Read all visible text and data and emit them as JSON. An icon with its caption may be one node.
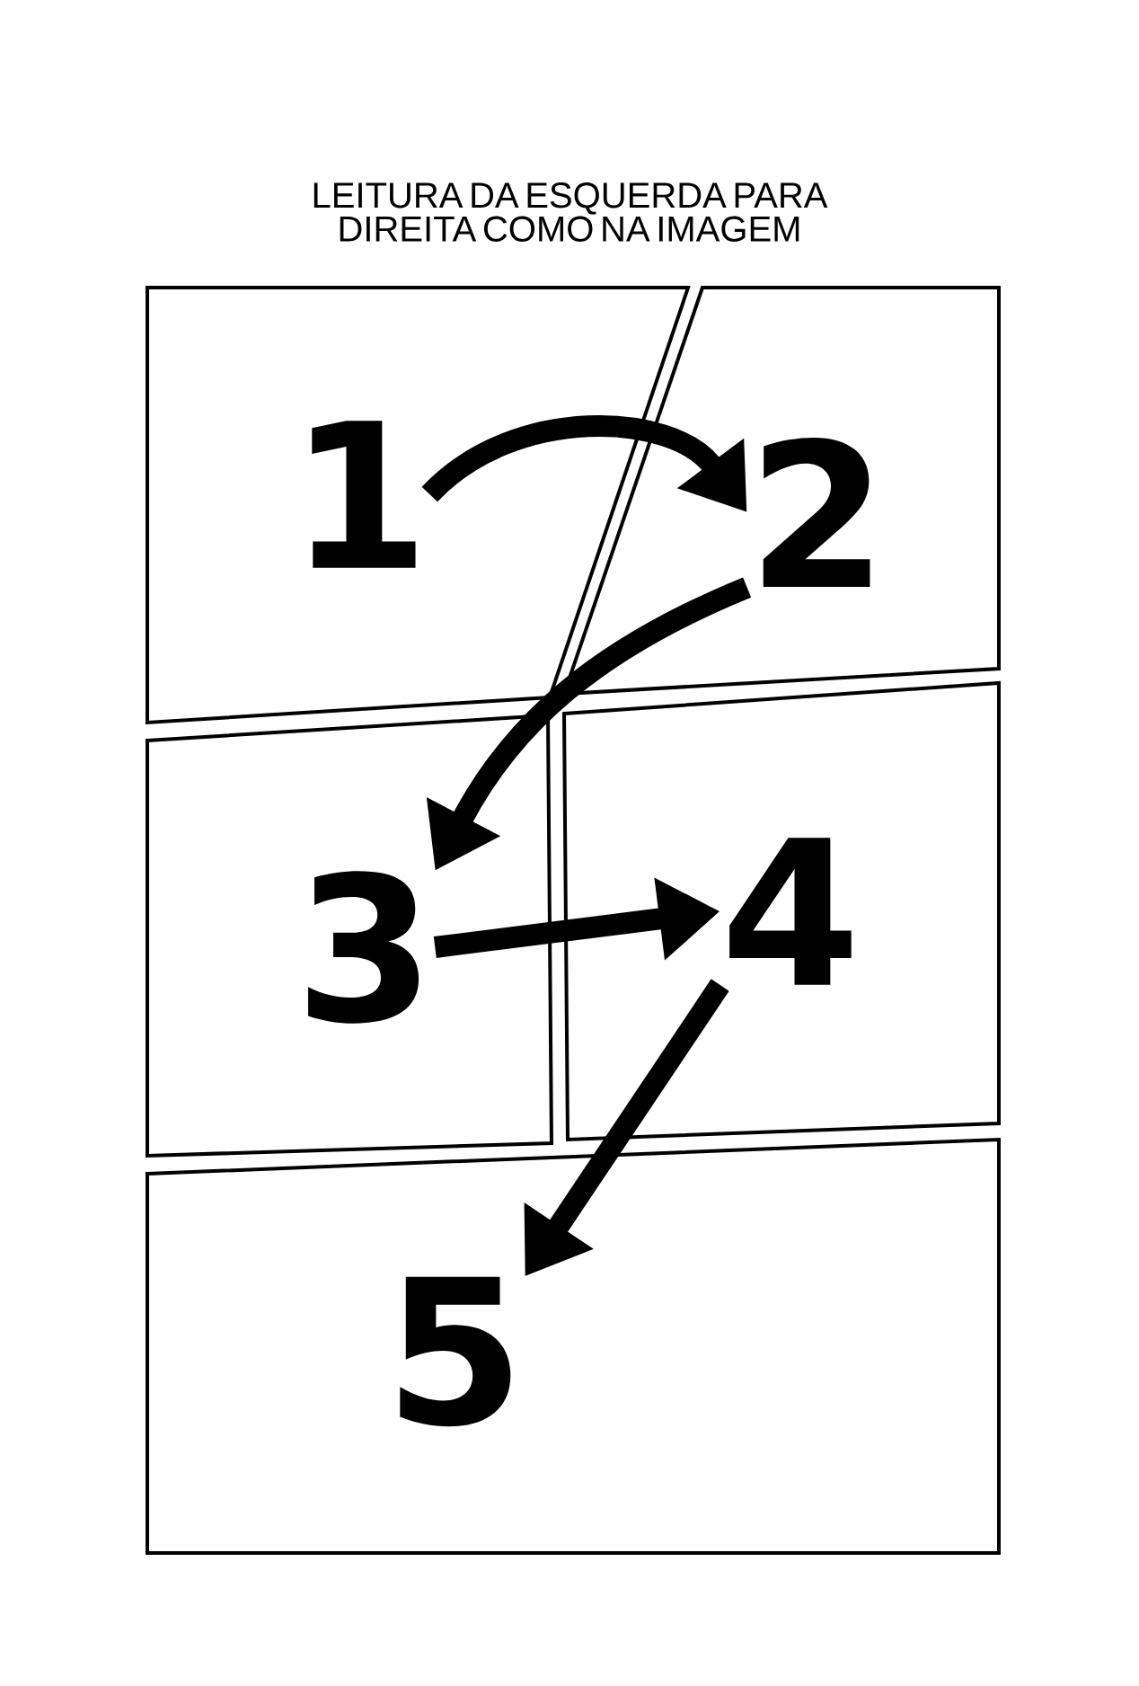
{
  "diagram": {
    "title": "LEITURA DA ESQUERDA PARA DIREITA COMO NA IMAGEM",
    "nodes": [
      {
        "text": [
          "1"
        ]
      },
      {
        "text": [
          "2"
        ]
      },
      {
        "text": [
          "3"
        ]
      },
      {
        "text": [
          "4"
        ]
      },
      {
        "text": [
          "5"
        ]
      }
    ],
    "edges": [
      {
        "from": 0,
        "to": 1,
        "arrow": "to"
      },
      {
        "from": 1,
        "to": 2,
        "arrow": "to"
      },
      {
        "from": 2,
        "to": 3,
        "arrow": "to"
      },
      {
        "from": 3,
        "to": 4,
        "arrow": "to"
      }
    ]
  }
}
